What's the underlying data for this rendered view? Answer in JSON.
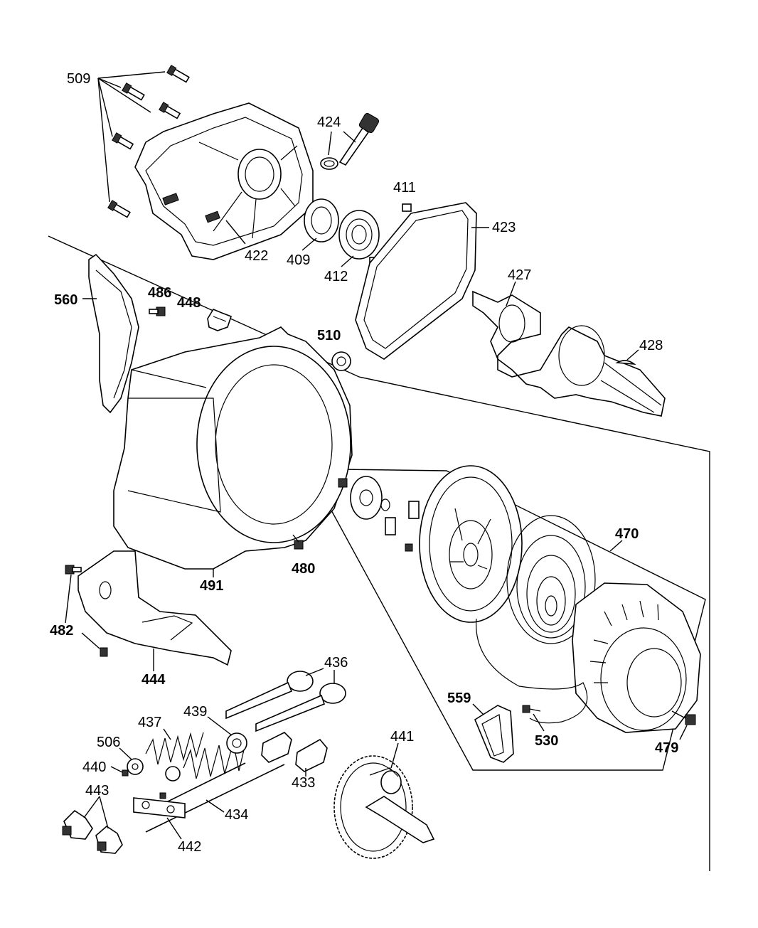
{
  "labels": {
    "p509": "509",
    "p424": "424",
    "p411": "411",
    "p423": "423",
    "p422": "422",
    "p409": "409",
    "p412": "412",
    "p427": "427",
    "p428": "428",
    "p560": "560",
    "p486": "486",
    "p448": "448",
    "p510": "510",
    "p491": "491",
    "p480": "480",
    "p470": "470",
    "p482": "482",
    "p444": "444",
    "p436": "436",
    "p437": "437",
    "p439": "439",
    "p506": "506",
    "p440": "440",
    "p443": "443",
    "p434": "434",
    "p442": "442",
    "p433": "433",
    "p441": "441",
    "p559": "559",
    "p530": "530",
    "p479": "479"
  }
}
